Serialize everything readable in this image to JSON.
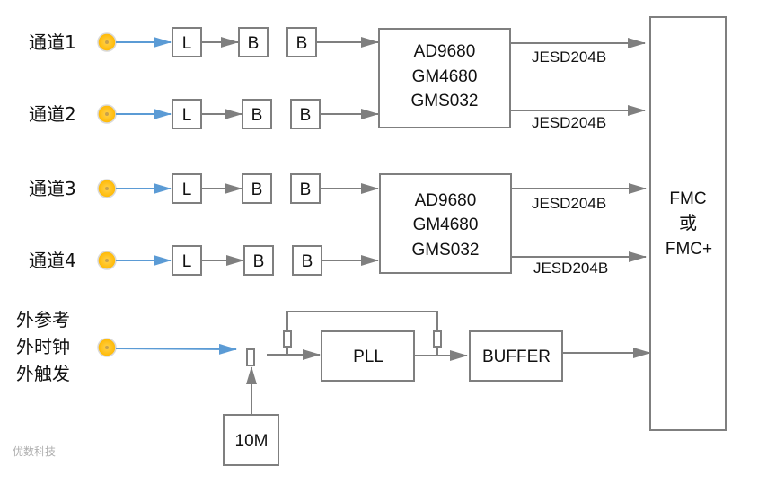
{
  "channels": [
    {
      "label": "通道1",
      "stages": [
        "L",
        "B",
        "B"
      ]
    },
    {
      "label": "通道2",
      "stages": [
        "L",
        "B",
        "B"
      ]
    },
    {
      "label": "通道3",
      "stages": [
        "L",
        "B",
        "B"
      ]
    },
    {
      "label": "通道4",
      "stages": [
        "L",
        "B",
        "B"
      ]
    }
  ],
  "adc_blocks": [
    {
      "lines": [
        "AD9680",
        "GM4680",
        "GMS032"
      ]
    },
    {
      "lines": [
        "AD9680",
        "GM4680",
        "GMS032"
      ]
    }
  ],
  "links": [
    "JESD204B",
    "JESD204B",
    "JESD204B",
    "JESD204B"
  ],
  "fmc": {
    "lines": [
      "FMC",
      "或",
      "FMC+"
    ]
  },
  "external": {
    "lines": [
      "外参考",
      "外时钟",
      "外触发"
    ]
  },
  "clock": {
    "pll": "PLL",
    "buffer": "BUFFER",
    "ref": "10M"
  },
  "watermark": "优数科技",
  "colors": {
    "connector": "#ffc000",
    "signal": "#5b9bd5",
    "line": "#7f7f7f"
  }
}
